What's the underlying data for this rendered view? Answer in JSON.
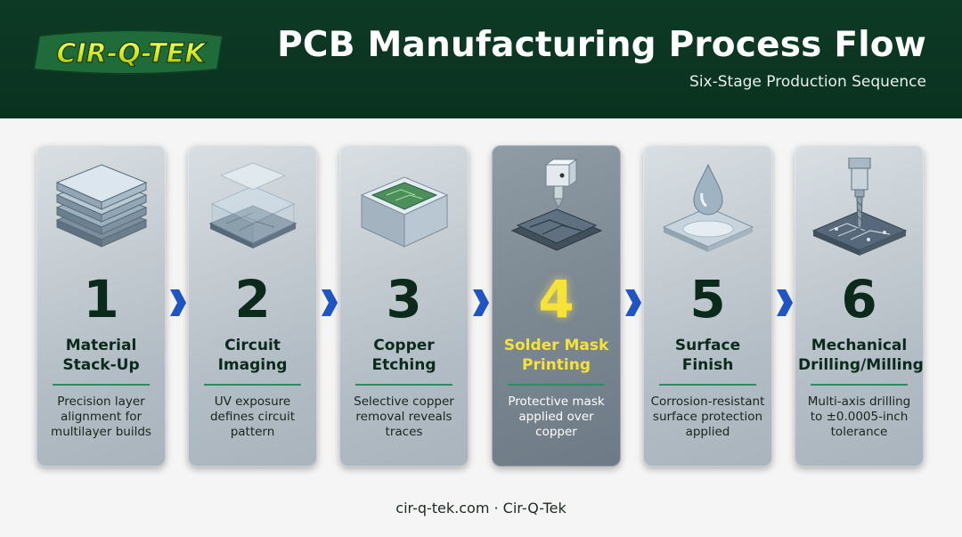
{
  "header": {
    "logo_text": "CIR-Q-TEK",
    "title": "PCB Manufacturing Process Flow",
    "subtitle": "Six-Stage Production Sequence"
  },
  "stages": [
    {
      "number": "1",
      "name_line1": "Material",
      "name_line2": "Stack-Up",
      "desc_line1": "Precision layer",
      "desc_line2": "alignment for",
      "desc_line3": "multilayer builds",
      "icon": "layer-stack-icon"
    },
    {
      "number": "2",
      "name_line1": "Circuit",
      "name_line2": "Imaging",
      "desc_line1": "UV exposure",
      "desc_line2": "defines circuit",
      "desc_line3": "pattern",
      "icon": "circuit-imaging-icon"
    },
    {
      "number": "3",
      "name_line1": "Copper",
      "name_line2": "Etching",
      "desc_line1": "Selective copper",
      "desc_line2": "removal reveals",
      "desc_line3": "traces",
      "icon": "etching-tank-icon"
    },
    {
      "number": "4",
      "name_line1": "Solder Mask",
      "name_line2": "Printing",
      "desc_line1": "Protective mask",
      "desc_line2": "applied over",
      "desc_line3": "copper",
      "icon": "mask-printer-icon",
      "active": true
    },
    {
      "number": "5",
      "name_line1": "Surface",
      "name_line2": "Finish",
      "desc_line1": "Corrosion-resistant",
      "desc_line2": "surface protection",
      "desc_line3": "applied",
      "icon": "droplet-board-icon"
    },
    {
      "number": "6",
      "name_line1": "Mechanical",
      "name_line2": "Drilling/Milling",
      "desc_line1": "Multi-axis drilling",
      "desc_line2": "to ±0.0005-inch",
      "desc_line3": "tolerance",
      "icon": "drill-icon"
    }
  ],
  "colors": {
    "header_bg": "#0d3a25",
    "accent": "#2e8b62",
    "arrow": "#1f55c4",
    "active_highlight": "#f7e23a"
  },
  "footer": {
    "text": "cir-q-tek.com · Cir-Q-Tek"
  }
}
